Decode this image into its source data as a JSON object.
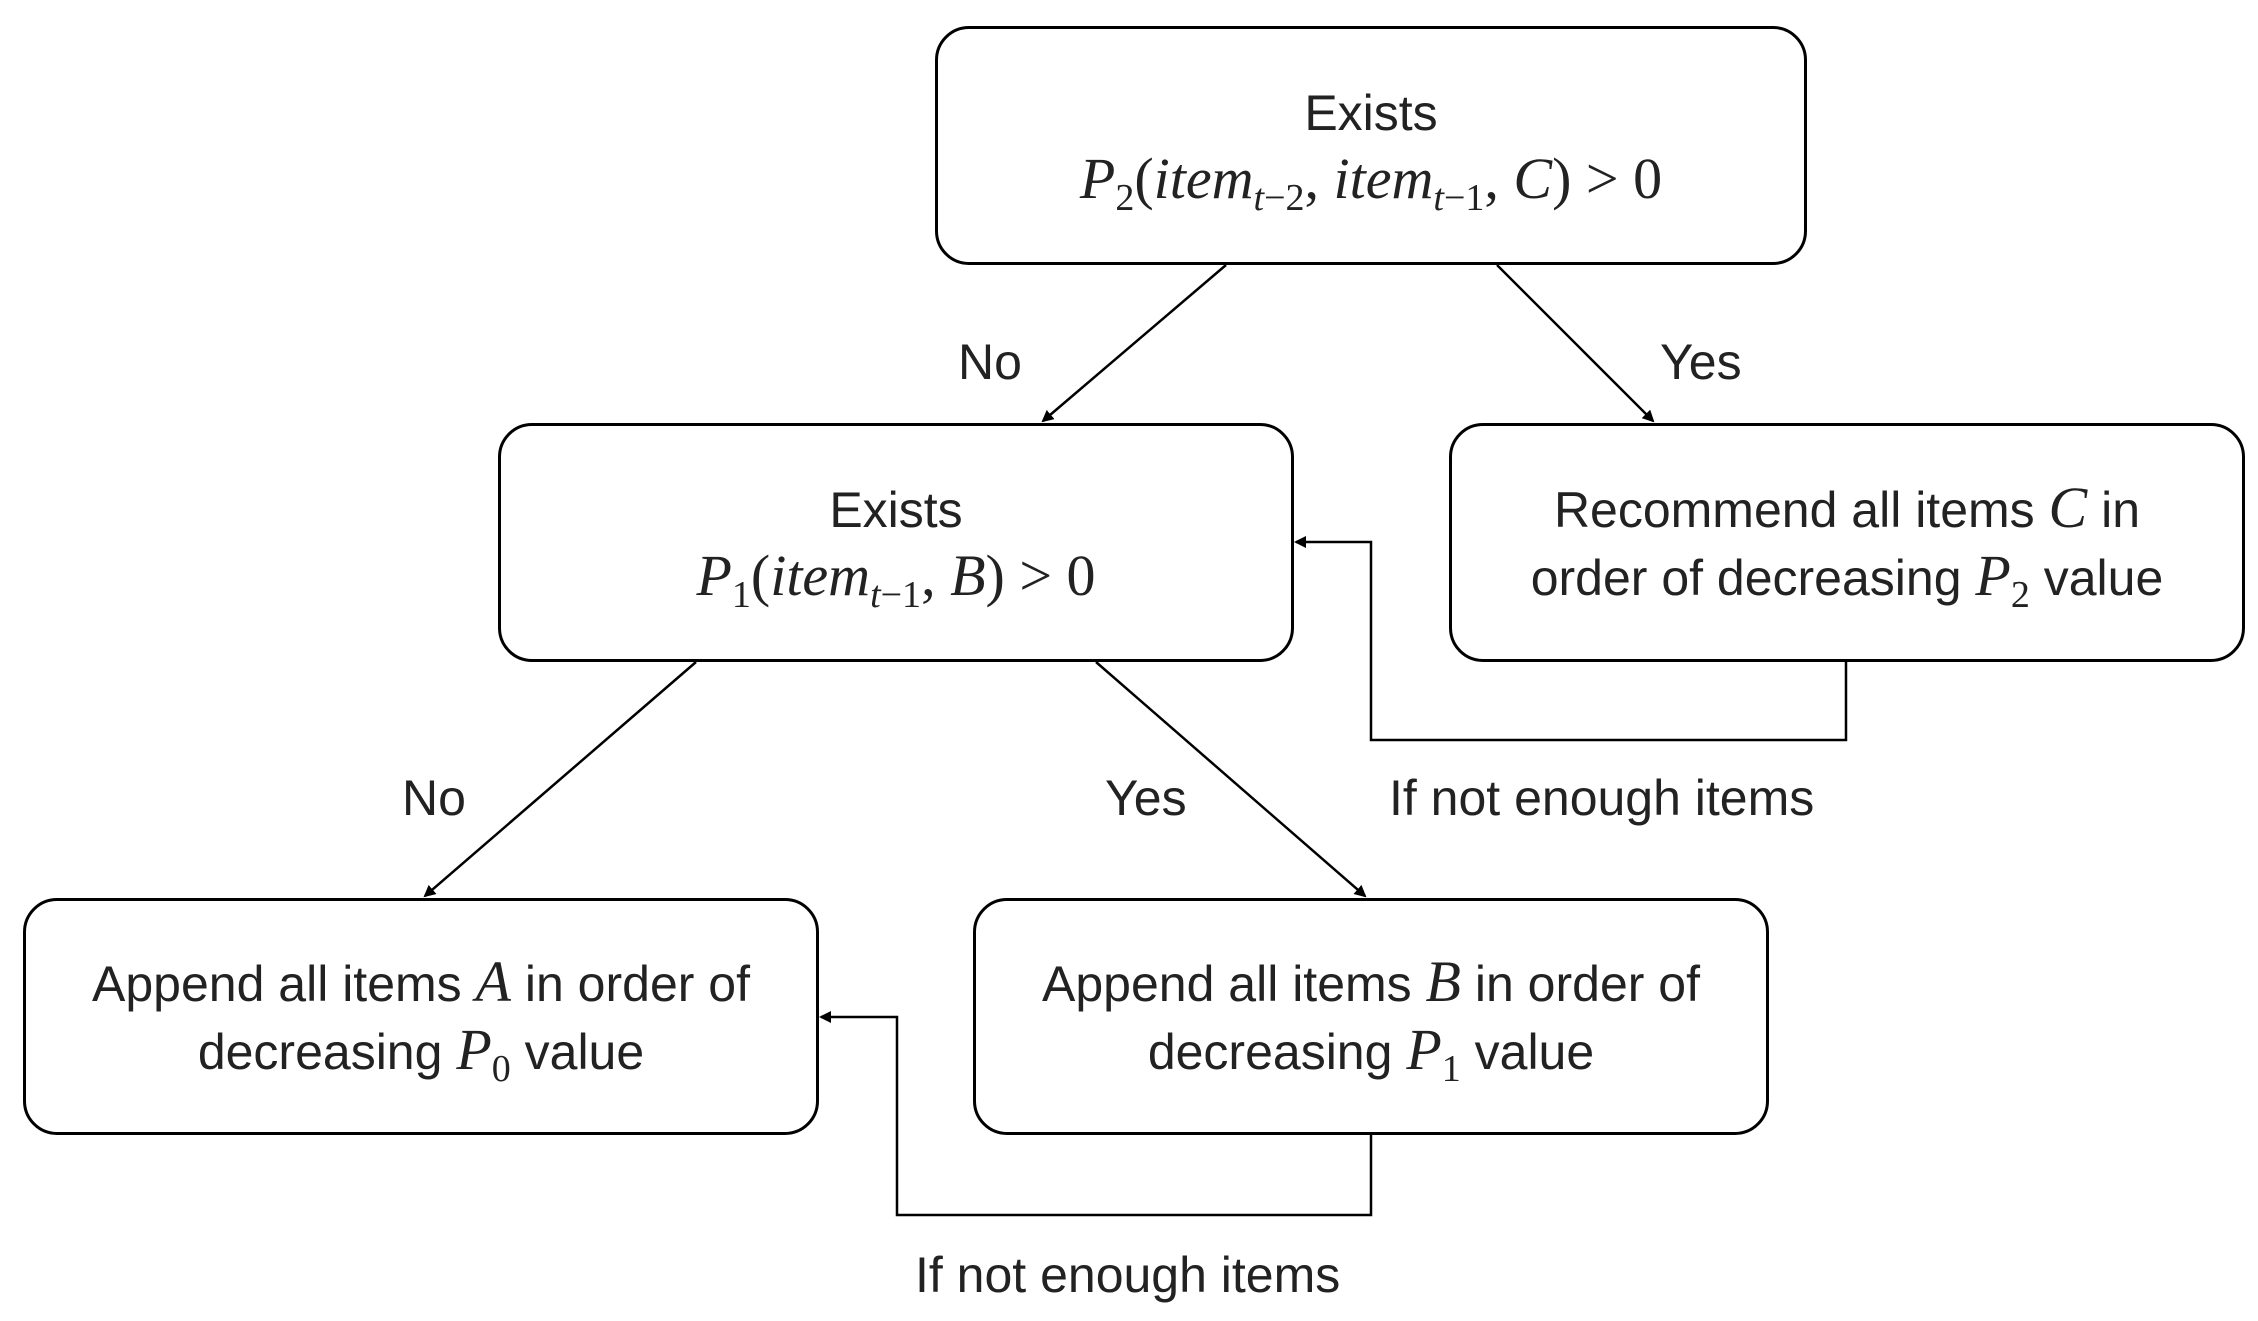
{
  "nodes": {
    "top": {
      "line1": "Exists",
      "math": {
        "P": "P",
        "P_sub": "2",
        "open": "(",
        "a": "item",
        "a_sub_var": "t",
        "a_sub_rest": "−2",
        "comma1": ", ",
        "b": "item",
        "b_sub_var": "t",
        "b_sub_rest": "−1",
        "comma2": ", ",
        "c": "C",
        "close": ") ",
        "rel": "> 0"
      }
    },
    "middle": {
      "line1": "Exists",
      "math": {
        "P": "P",
        "P_sub": "1",
        "open": "(",
        "a": "item",
        "a_sub_var": "t",
        "a_sub_rest": "−1",
        "comma": ", ",
        "b": "B",
        "close": ") ",
        "rel": "> 0"
      }
    },
    "recommend": {
      "pre": "Recommend all items ",
      "var": "C",
      "post": " in",
      "line2_pre": "order of decreasing ",
      "P": "P",
      "P_sub": "2",
      "line2_post": " value"
    },
    "append_a": {
      "pre": "Append all items ",
      "var": "A",
      "post": " in order of",
      "line2_pre": "decreasing ",
      "P": "P",
      "P_sub": "0",
      "line2_post": " value"
    },
    "append_b": {
      "pre": "Append all items ",
      "var": "B",
      "post": " in order of",
      "line2_pre": "decreasing ",
      "P": "P",
      "P_sub": "1",
      "line2_post": " value"
    }
  },
  "edges": {
    "top_no": "No",
    "top_yes": "Yes",
    "mid_no": "No",
    "mid_yes": "Yes",
    "fallback_recommend": "If not enough items",
    "fallback_append": "If not enough items"
  },
  "colors": {
    "stroke": "#000000",
    "text": "#222222",
    "background": "#ffffff"
  }
}
